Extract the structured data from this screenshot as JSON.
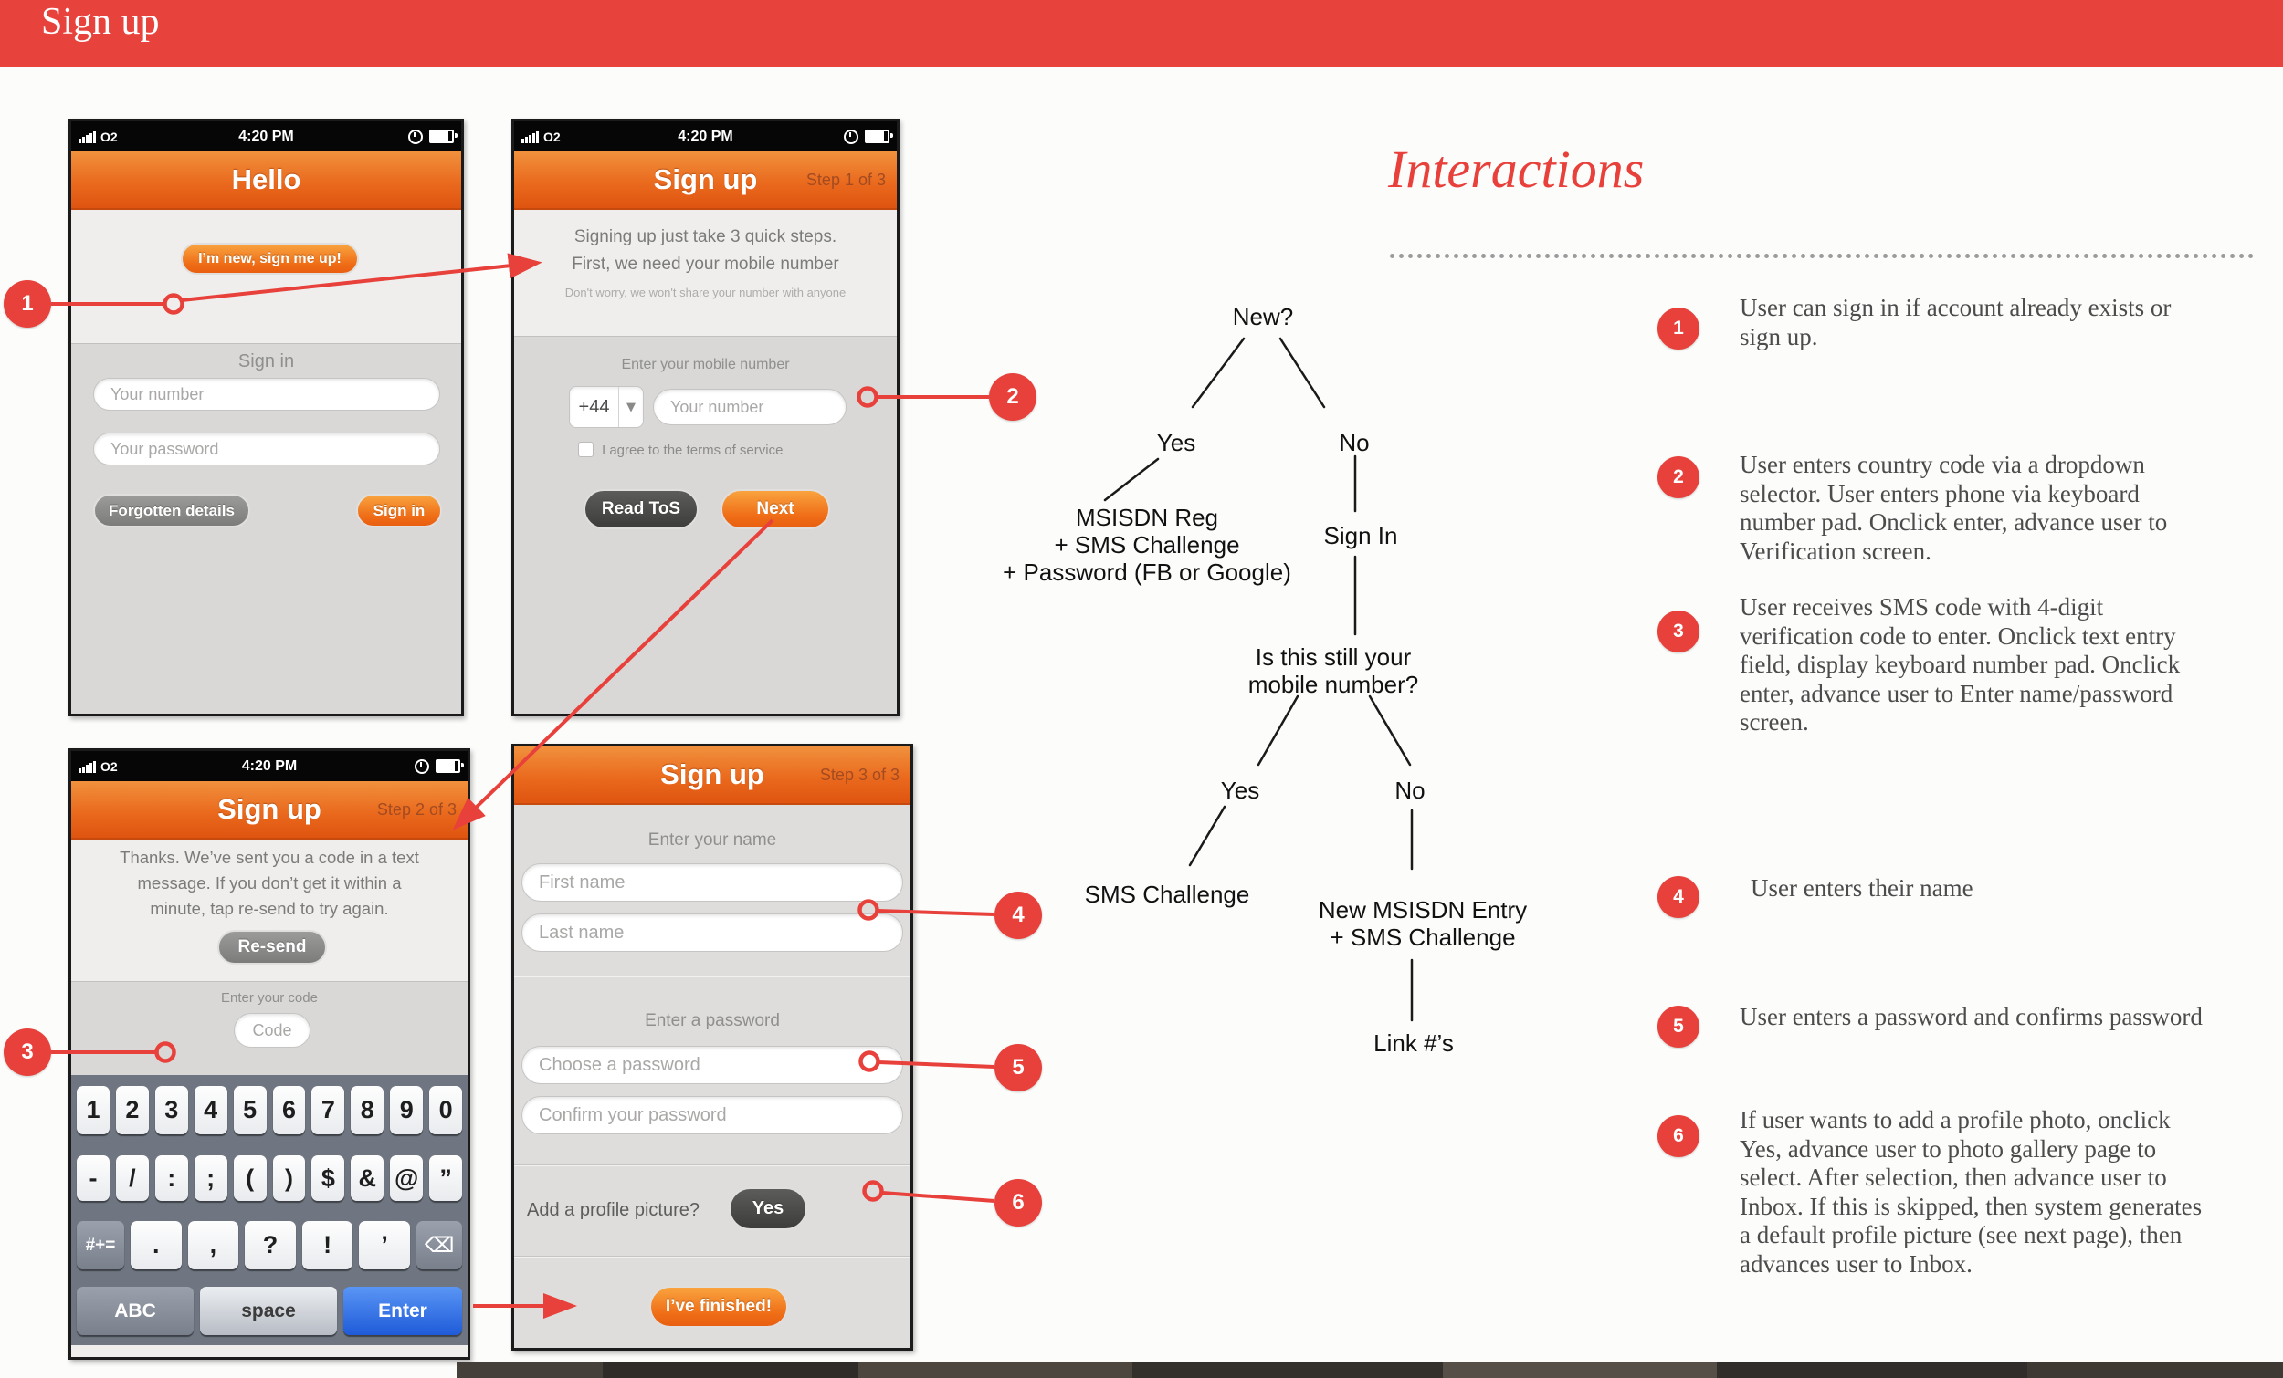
{
  "header": {
    "title": "Sign up"
  },
  "status": {
    "carrier": "O2",
    "time": "4:20 PM"
  },
  "phone1": {
    "title": "Hello",
    "signup_button": "I’m new, sign me up!",
    "signin_label": "Sign in",
    "number_placeholder": "Your number",
    "password_placeholder": "Your password",
    "forgotten_button": "Forgotten details",
    "signin_button": "Sign in"
  },
  "phone2": {
    "title": "Sign up",
    "step": "Step 1 of 3",
    "intro": "Signing up just take 3 quick steps.\nFirst, we need your mobile number",
    "intro_note": "Don't worry, we won't share your number with anyone",
    "number_label": "Enter your mobile number",
    "country_code": "+44",
    "chevron": "▼",
    "number_placeholder": "Your number",
    "tos_label": "I agree to the terms of service",
    "read_tos_button": "Read ToS",
    "next_button": "Next"
  },
  "phone3": {
    "title": "Sign up",
    "step": "Step 2 of 3",
    "message": "Thanks. We’ve sent you a code in a text\nmessage. If you don’t get it within a\nminute, tap re-send to try again.",
    "resend_button": "Re-send",
    "code_label": "Enter your code",
    "code_placeholder": "Code",
    "keyboard": {
      "row1": [
        "1",
        "2",
        "3",
        "4",
        "5",
        "6",
        "7",
        "8",
        "9",
        "0"
      ],
      "row2": [
        "-",
        "/",
        ":",
        ";",
        "(",
        ")",
        "$",
        "&",
        "@",
        "”"
      ],
      "row3_mod": "#+=",
      "row3": [
        ".",
        ",",
        "?",
        "!",
        "’"
      ],
      "backspace": "⌫",
      "abc_key": "ABC",
      "space_key": "space",
      "enter_key": "Enter"
    }
  },
  "phone4": {
    "title": "Sign up",
    "step": "Step 3 of 3",
    "name_label": "Enter your name",
    "first_name_placeholder": "First name",
    "last_name_placeholder": "Last name",
    "password_label": "Enter a password",
    "choose_password_placeholder": "Choose a password",
    "confirm_password_placeholder": "Confirm your password",
    "profile_question": "Add a profile picture?",
    "yes_button": "Yes",
    "finished_button": "I’ve finished!"
  },
  "flowchart": {
    "root": "New?",
    "yes1": "Yes",
    "no1": "No",
    "reg_path": "MSISDN Reg\n+ SMS Challenge\n+ Password (FB or Google)",
    "signin": "Sign In",
    "question": "Is this still your\nmobile number?",
    "yes2": "Yes",
    "no2": "No",
    "sms_challenge": "SMS Challenge",
    "new_msisdn": "New MSISDN Entry\n+ SMS Challenge",
    "link_numbers": "Link #’s"
  },
  "interactions": {
    "heading": "Interactions",
    "items": [
      {
        "num": "1",
        "text": "User can sign in if account already exists or\nsign up."
      },
      {
        "num": "2",
        "text": "User enters country code via a dropdown\nselector. User enters phone via keyboard\nnumber pad. Onclick enter, advance user to\nVerification screen."
      },
      {
        "num": "3",
        "text": "User receives SMS code with 4-digit\nverification code to enter. Onclick text entry\nfield, display keyboard number pad. Onclick\nenter, advance user to Enter name/password\nscreen."
      },
      {
        "num": "4",
        "text": "User enters their name"
      },
      {
        "num": "5",
        "text": "User enters a password and confirms password"
      },
      {
        "num": "6",
        "text": "If user wants to add a profile photo, onclick\nYes, advance user to photo gallery page to\nselect. After selection, then advance user to\nInbox. If  this is skipped, then system generates\na default profile picture (see next page), then\nadvances user to Inbox."
      }
    ]
  },
  "colors": {
    "accent_red": "#e8403a",
    "titlebar_red": "#e8423c",
    "phone_orange": "#ea6a1e",
    "enter_key_blue": "#2f6de0"
  }
}
